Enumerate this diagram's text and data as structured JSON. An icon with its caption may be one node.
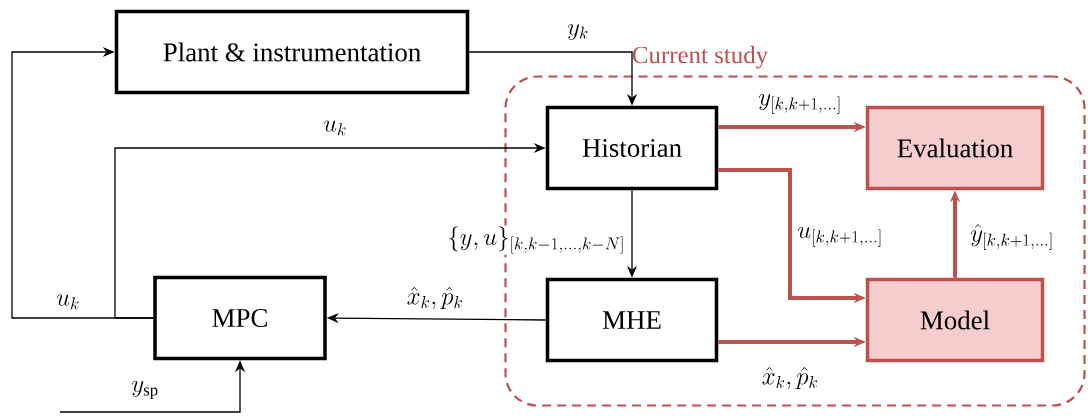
{
  "diagram": {
    "nodes": [
      {
        "text": [
          "Plant & instrumentation"
        ]
      },
      {
        "text": [
          "Current study"
        ]
      },
      {
        "text": [
          "Historian"
        ],
        "in": 1
      },
      {
        "text": [
          "Evaluation"
        ],
        "in": 1
      },
      {
        "text": [
          "MPC"
        ]
      },
      {
        "text": [
          "MHE"
        ],
        "in": 1
      },
      {
        "text": [
          "Model"
        ],
        "in": 1
      }
    ],
    "edges": [
      {
        "from": 0,
        "to": 2,
        "arrow": "to",
        "label": "y_k"
      },
      {
        "from": 4,
        "to": 0,
        "arrow": "to",
        "label": "u_k"
      },
      {
        "from": 4,
        "to": 2,
        "arrow": "to",
        "label": "u_k"
      },
      {
        "from": 2,
        "to": 5,
        "arrow": "to",
        "label": "\\{y,u\\}_{[k,k-1,\\ldots,k-N]}"
      },
      {
        "from": 5,
        "to": 4,
        "arrow": "to",
        "label": "\\hat{x}_k, \\hat{p}_k"
      },
      {
        "from": null,
        "to": 4,
        "arrow": "to",
        "label": "y_{\\mathrm{sp}}"
      },
      {
        "from": 2,
        "to": 3,
        "arrow": "to",
        "label": "y_{[k,k+1,\\ldots]}",
        "style": "thick",
        "color": "#be504e"
      },
      {
        "from": 2,
        "to": 6,
        "arrow": "to",
        "label": "u_{[k,k+1,\\ldots]}",
        "style": "thick",
        "color": "#be504e"
      },
      {
        "from": 5,
        "to": 6,
        "arrow": "to",
        "label": "\\hat{x}_k, \\hat{p}_k",
        "style": "thick",
        "color": "#be504e"
      },
      {
        "from": 6,
        "to": 3,
        "arrow": "to",
        "label": "\\hat{y}_{[k,k+1,\\ldots]}",
        "style": "thick",
        "color": "#be504e"
      }
    ]
  }
}
